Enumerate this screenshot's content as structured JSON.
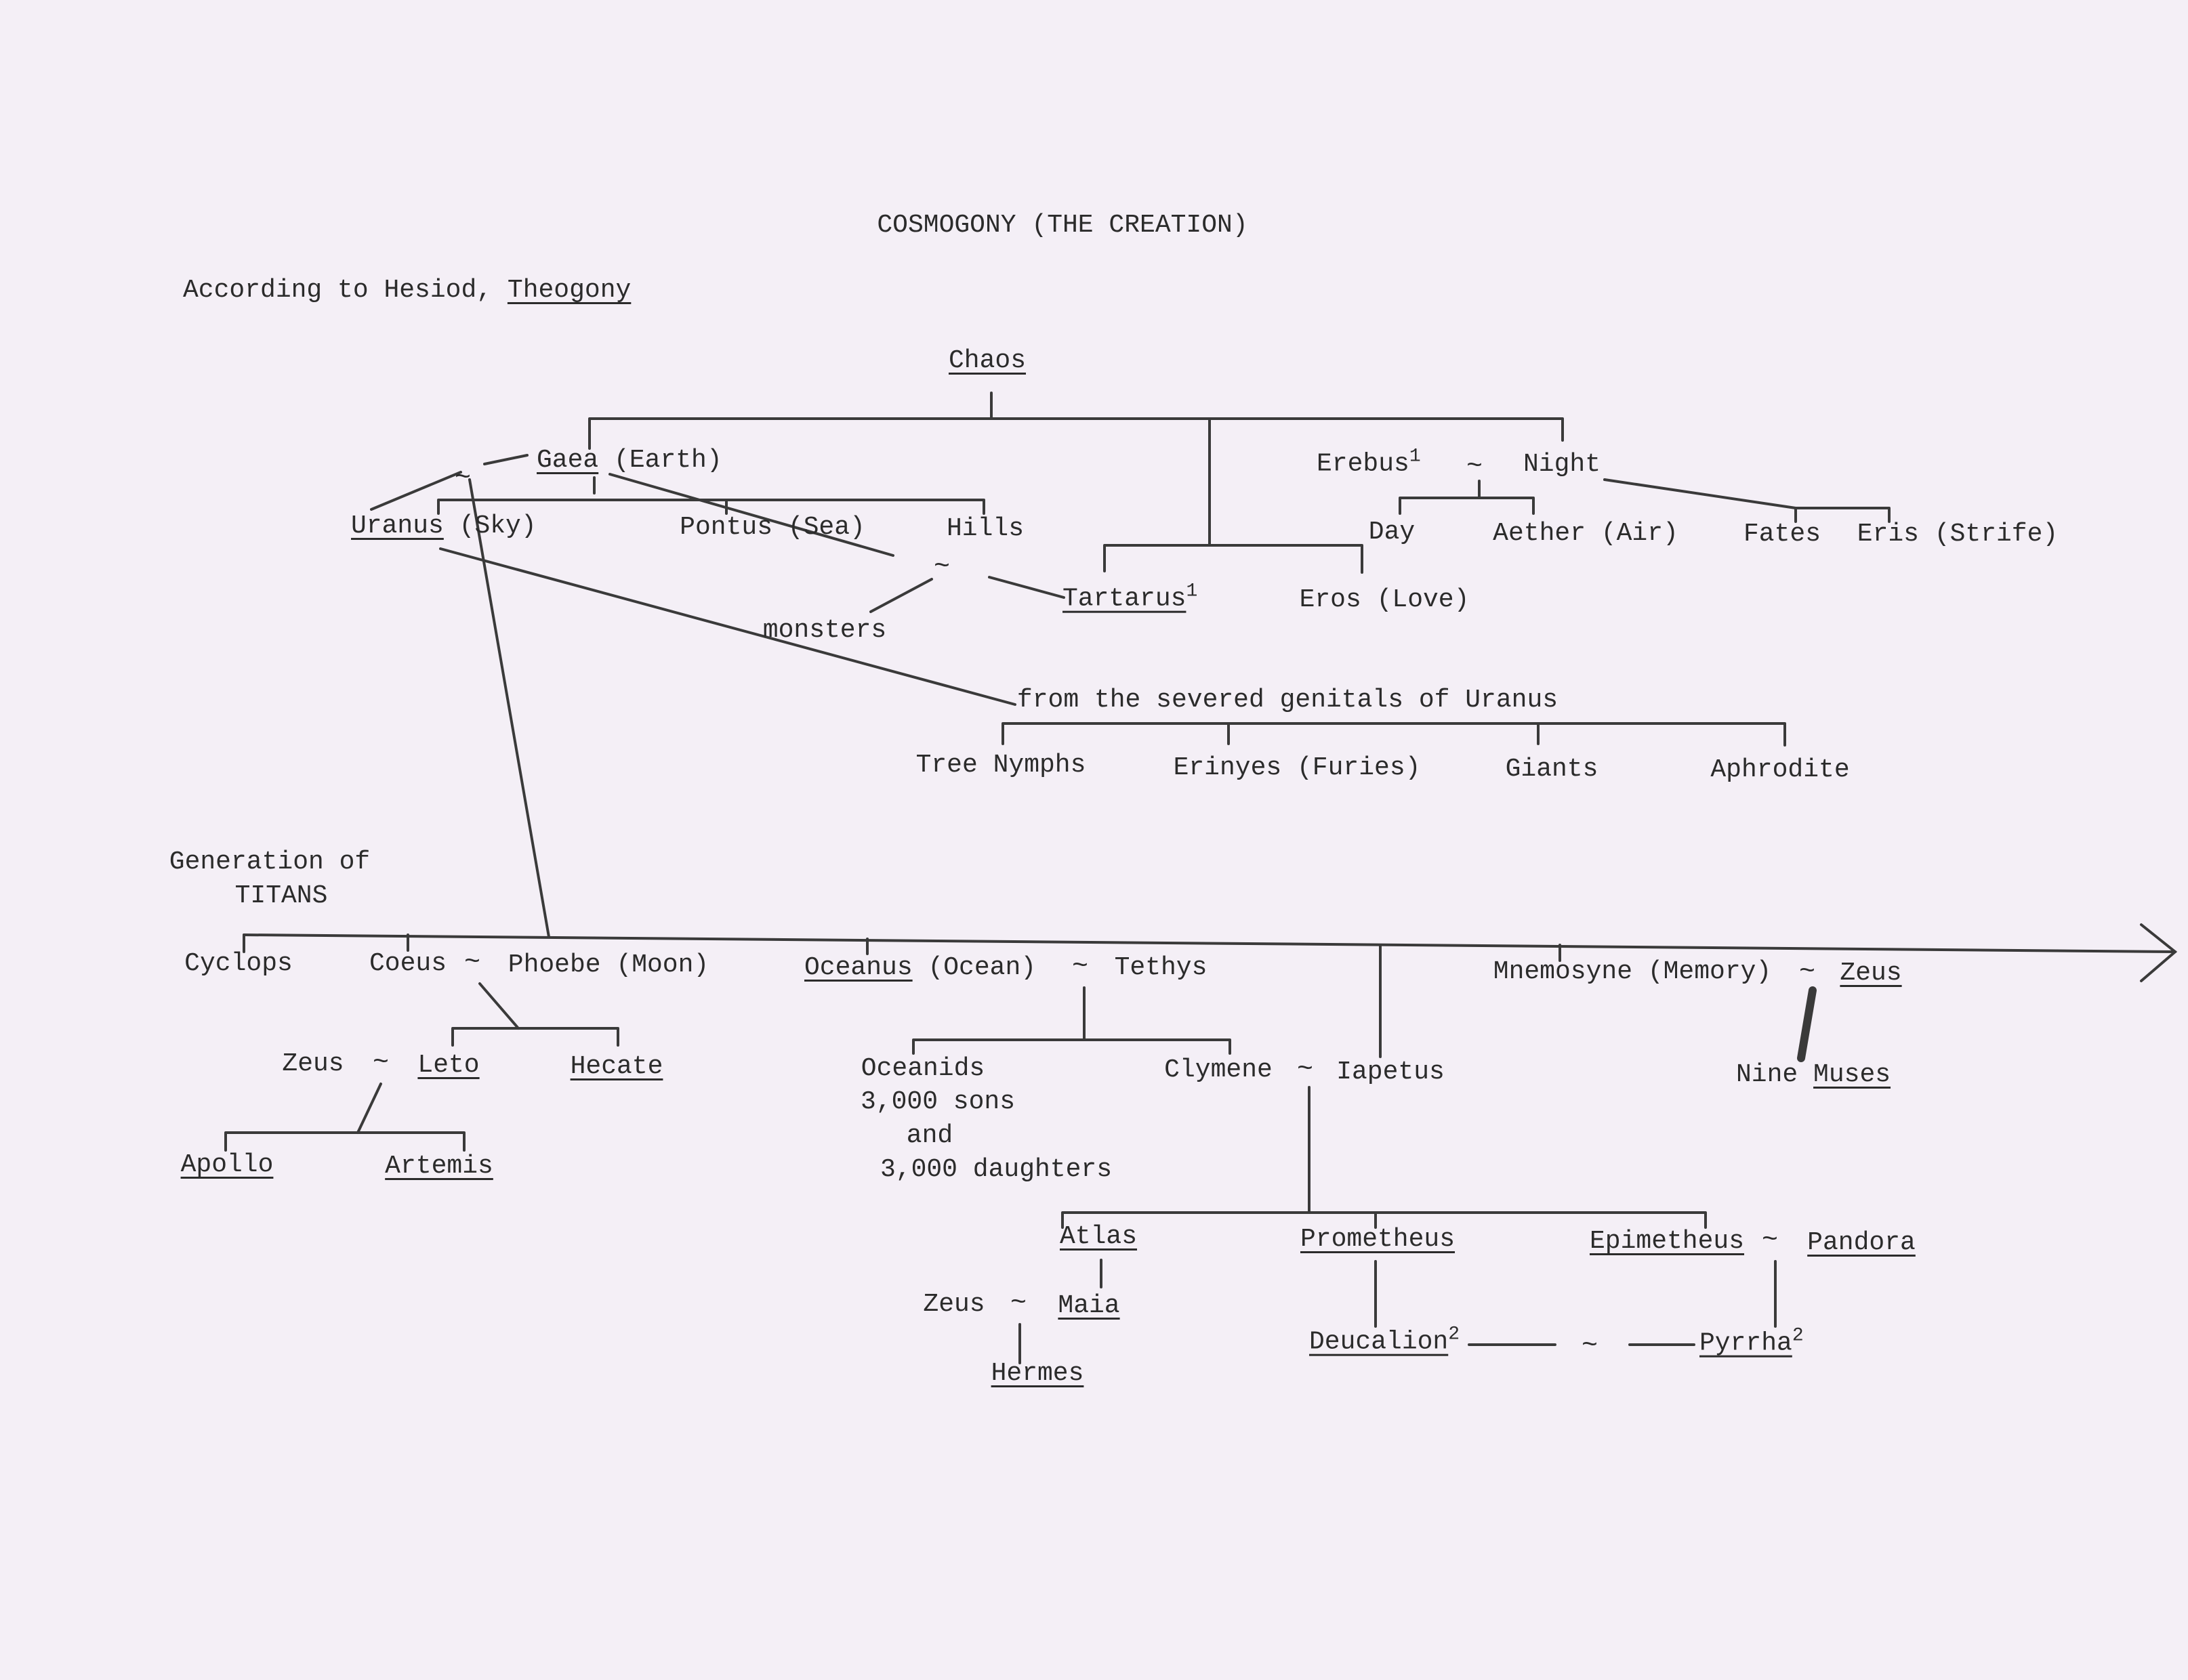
{
  "title": "COSMOGONY (THE CREATION)",
  "source": {
    "prefix": "According to Hesiod,",
    "work": "Theogony"
  },
  "section_titans": [
    "Generation of",
    "TITANS"
  ],
  "primordial": {
    "chaos": "Chaos",
    "gaea": "Gaea",
    "gaea_gloss": "(Earth)",
    "uranus": "Uranus",
    "uranus_gloss": "(Sky)",
    "pontus": "Pontus (Sea)",
    "hills": "Hills",
    "monsters": "monsters",
    "tartarus": "Tartarus",
    "tartarus_note": "1",
    "eros": "Eros (Love)",
    "erebus": "Erebus",
    "erebus_note": "1",
    "night": "Night",
    "day": "Day",
    "aether": "Aether (Air)",
    "fates": "Fates",
    "eris": "Eris (Strife)"
  },
  "genitals": {
    "caption": "from the severed genitals of Uranus",
    "children": [
      "Tree Nymphs",
      "Erinyes (Furies)",
      "Giants",
      "Aphrodite"
    ]
  },
  "titans": {
    "cyclops": "Cyclops",
    "coeus": "Coeus",
    "phoebe": "Phoebe (Moon)",
    "zeus_leto": "Zeus",
    "leto": "Leto",
    "hecate": "Hecate",
    "apollo": "Apollo",
    "artemis": "Artemis",
    "oceanus": "Oceanus",
    "oceanus_gloss": "(Ocean)",
    "tethys": "Tethys",
    "oceanids": [
      "Oceanids",
      "3,000 sons",
      "and",
      "3,000 daughters"
    ],
    "clymene": "Clymene",
    "iapetus": "Iapetus",
    "mnemosyne": "Mnemosyne (Memory)",
    "zeus_mnem": "Zeus",
    "nine": "Nine",
    "muses": "Muses"
  },
  "iapetids": {
    "atlas": "Atlas",
    "prometheus": "Prometheus",
    "epimetheus": "Epimetheus",
    "pandora": "Pandora",
    "zeus_maia": "Zeus",
    "maia": "Maia",
    "hermes": "Hermes",
    "deucalion": "Deucalion",
    "deucalion_note": "2",
    "pyrrha": "Pyrrha",
    "pyrrha_note": "2"
  },
  "union_symbol": "~",
  "colors": {
    "paper": "#f4eff6",
    "ink": "#2b2b2b"
  }
}
